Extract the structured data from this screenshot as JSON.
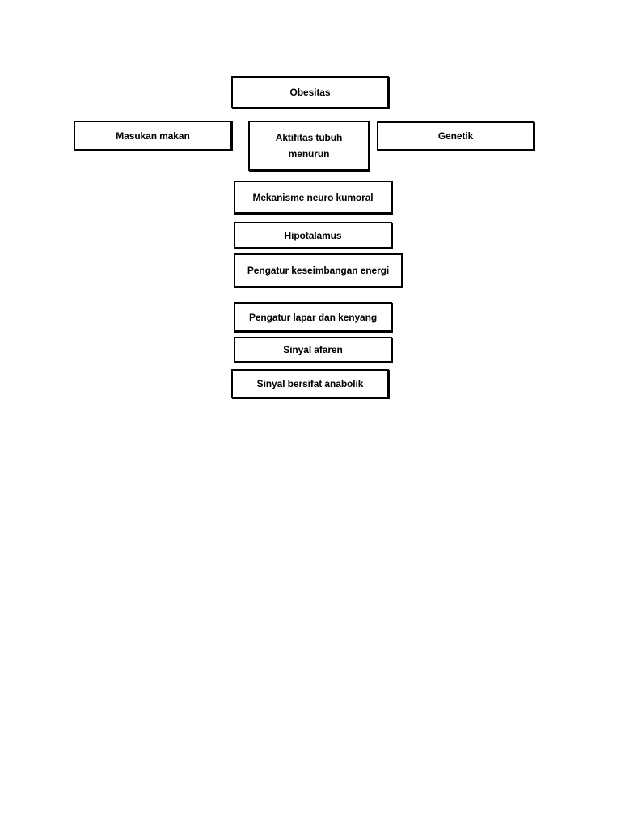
{
  "diagram": {
    "nodes": {
      "obesitas": "Obesitas",
      "masukan_makan": "Masukan makan",
      "aktifitas_tubuh": "Aktifitas tubuh menurun",
      "genetik": "Genetik",
      "mekanisme": "Mekanisme neuro kumoral",
      "hipotalamus": "Hipotalamus",
      "pengatur_energi": "Pengatur keseimbangan energi",
      "pengatur_lapar": "Pengatur lapar dan kenyang",
      "sinyal_afaren": "Sinyal afaren",
      "sinyal_anabolik": "Sinyal bersifat anabolik"
    }
  }
}
